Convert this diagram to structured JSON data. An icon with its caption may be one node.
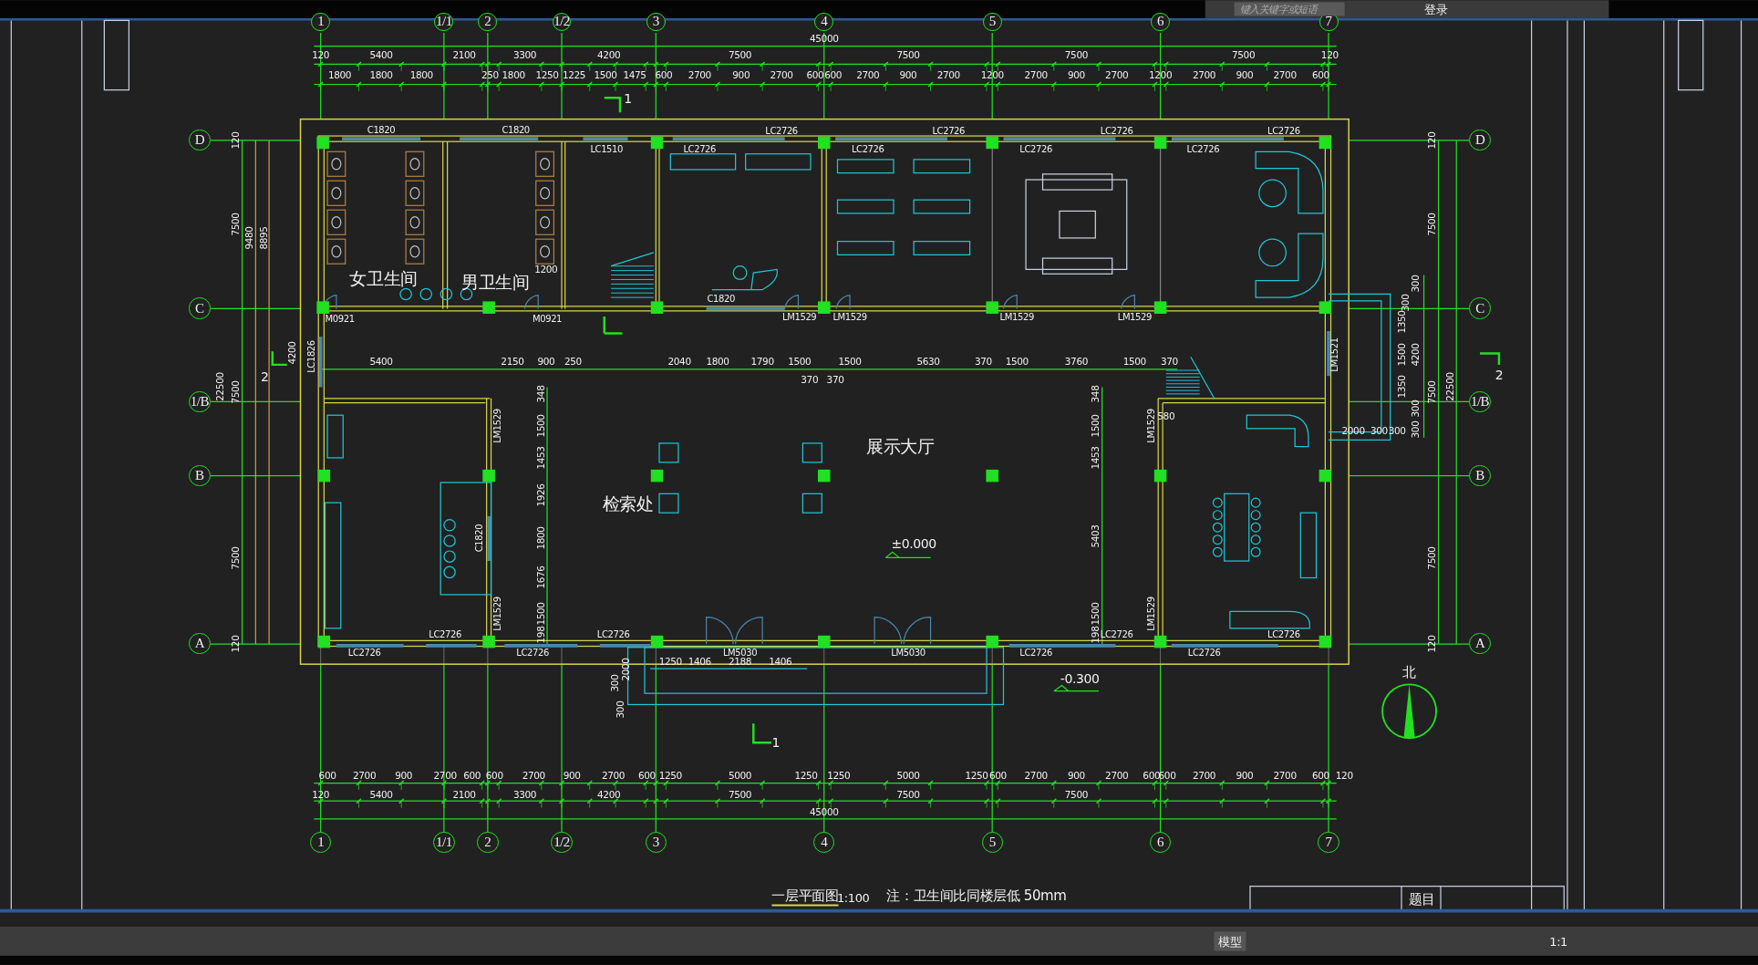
{
  "diagram": {
    "nodes": [
      {
        "text": [
          "1"
        ]
      },
      {
        "text": [
          "1/1"
        ]
      },
      {
        "text": [
          "2"
        ]
      },
      {
        "text": [
          "1/2"
        ]
      },
      {
        "text": [
          "3"
        ]
      },
      {
        "text": [
          "4"
        ]
      },
      {
        "text": [
          "5"
        ]
      },
      {
        "text": [
          "6"
        ]
      },
      {
        "text": [
          "7"
        ]
      },
      {
        "text": [
          "D"
        ]
      },
      {
        "text": [
          "D"
        ]
      },
      {
        "text": [
          "C"
        ]
      },
      {
        "text": [
          "C"
        ]
      },
      {
        "text": [
          "1/B"
        ]
      },
      {
        "text": [
          "1/B"
        ]
      },
      {
        "text": [
          "B"
        ]
      },
      {
        "text": [
          "B"
        ]
      },
      {
        "text": [
          "A"
        ]
      },
      {
        "text": [
          "A"
        ]
      },
      {
        "text": [
          "1"
        ]
      },
      {
        "text": [
          "1/1"
        ]
      },
      {
        "text": [
          "2"
        ]
      },
      {
        "text": [
          "1/2"
        ]
      },
      {
        "text": [
          "3"
        ]
      },
      {
        "text": [
          "4"
        ]
      },
      {
        "text": [
          "5"
        ]
      },
      {
        "text": [
          "6"
        ]
      },
      {
        "text": [
          "7"
        ]
      }
    ],
    "labels": [
      "键入关键字或短语",
      "登录",
      "45000",
      "120",
      "5400",
      "2100",
      "3300",
      "4200",
      "7500",
      "7500",
      "7500",
      "7500",
      "120",
      "1800",
      "1800",
      "1800",
      "250",
      "1800",
      "1250",
      "1225",
      "1500",
      "1475",
      "600",
      "2700",
      "900",
      "2700",
      "600",
      "600",
      "2700",
      "900",
      "2700",
      "1200",
      "2700",
      "900",
      "2700",
      "1200",
      "2700",
      "900",
      "2700",
      "600",
      "1",
      "C1820",
      "C1820",
      "LC1510",
      "LC2726",
      "LC2726",
      "LC2726",
      "LC2726",
      "LC2726",
      "LC2726",
      "LC2726",
      "LC2726",
      "120",
      "7500",
      "9480",
      "8895",
      "120",
      "7500",
      "女卫生间",
      "1200",
      "男卫生间",
      "C1820",
      "M0921",
      "M0921",
      "LM1529",
      "LM1529",
      "LM1529",
      "LM1529",
      "300",
      "1350",
      "4200",
      "LC1826",
      "2",
      "5400",
      "2150",
      "900",
      "250",
      "2040",
      "1800",
      "1790",
      "1500",
      "1500",
      "5630",
      "370",
      "1500",
      "3760",
      "1500",
      "370",
      "370",
      "370",
      "LM1521",
      "1500",
      "4200",
      "2",
      "22500",
      "7500",
      "1350",
      "7500",
      "22500",
      "300",
      "300",
      "300",
      "2000",
      "300",
      "300",
      "348",
      "1500",
      "1453",
      "1926",
      "1800",
      "1676",
      "1500",
      "198",
      "348",
      "1500",
      "1453",
      "5403",
      "1500",
      "198",
      "580",
      "LM1529",
      "LM1529",
      "展示大厅",
      "检索处",
      "C1820",
      "±0.000",
      "LM1529",
      "LM1529",
      "7500",
      "7500",
      "LC2726",
      "LC2726",
      "LC2726",
      "LC2726",
      "120",
      "120",
      "LC2726",
      "LC2726",
      "LM5030",
      "LM5030",
      "LC2726",
      "LC2726",
      "1250",
      "1406",
      "2188",
      "1406",
      "2000",
      "300",
      "300",
      "-0.300",
      "北",
      "1",
      "600",
      "2700",
      "900",
      "2700",
      "600",
      "600",
      "2700",
      "900",
      "2700",
      "600",
      "1250",
      "5000",
      "1250",
      "1250",
      "5000",
      "1250",
      "600",
      "2700",
      "900",
      "2700",
      "600",
      "600",
      "2700",
      "900",
      "2700",
      "600",
      "120",
      "120",
      "5400",
      "2100",
      "3300",
      "4200",
      "7500",
      "7500",
      "7500",
      "45000",
      "一层平面图",
      "1:100",
      "注：卫生间比同楼层低 50mm",
      "题目",
      "模型",
      "1:1"
    ]
  }
}
